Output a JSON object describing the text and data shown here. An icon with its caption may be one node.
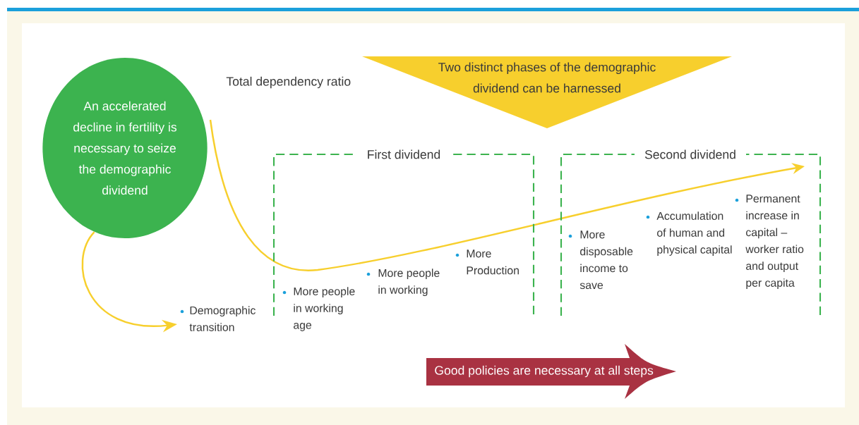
{
  "diagram": {
    "nodes": [
      {
        "text": [
          "An accelerated decline in fertility is necessary to seize the demographic dividend"
        ]
      },
      {
        "text": [
          "Demographic transition"
        ]
      },
      {
        "text": [
          "Two distinct phases of the demographic dividend can be harnessed"
        ]
      },
      {
        "text": [
          "First dividend",
          "More people in working age",
          "More people in working",
          "More Production"
        ]
      },
      {
        "text": [
          "Second dividend",
          "More disposable income to save",
          "Accumulation of human and physical capital",
          "Permanent increase in capital – worker ratio and output per capita"
        ]
      },
      {
        "text": [
          "Good policies are necessary at all steps"
        ]
      }
    ],
    "edges": [
      {
        "from": 0,
        "to": 1,
        "arrow": "to"
      }
    ],
    "labels": [
      "Total dependency ratio"
    ]
  }
}
